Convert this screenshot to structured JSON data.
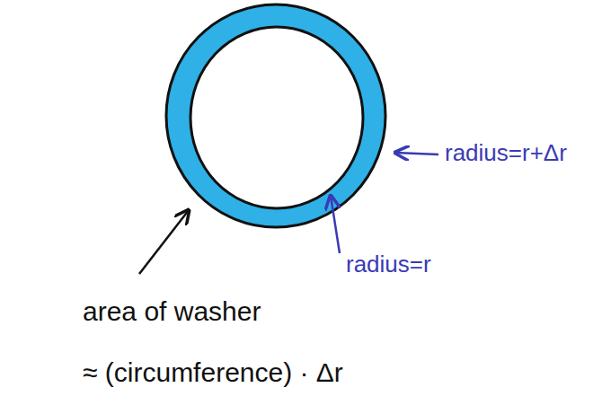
{
  "diagram": {
    "labels": [
      "radius=r+Δr",
      "radius=r",
      "area of washer",
      "≈ (circumference) · Δr"
    ]
  }
}
